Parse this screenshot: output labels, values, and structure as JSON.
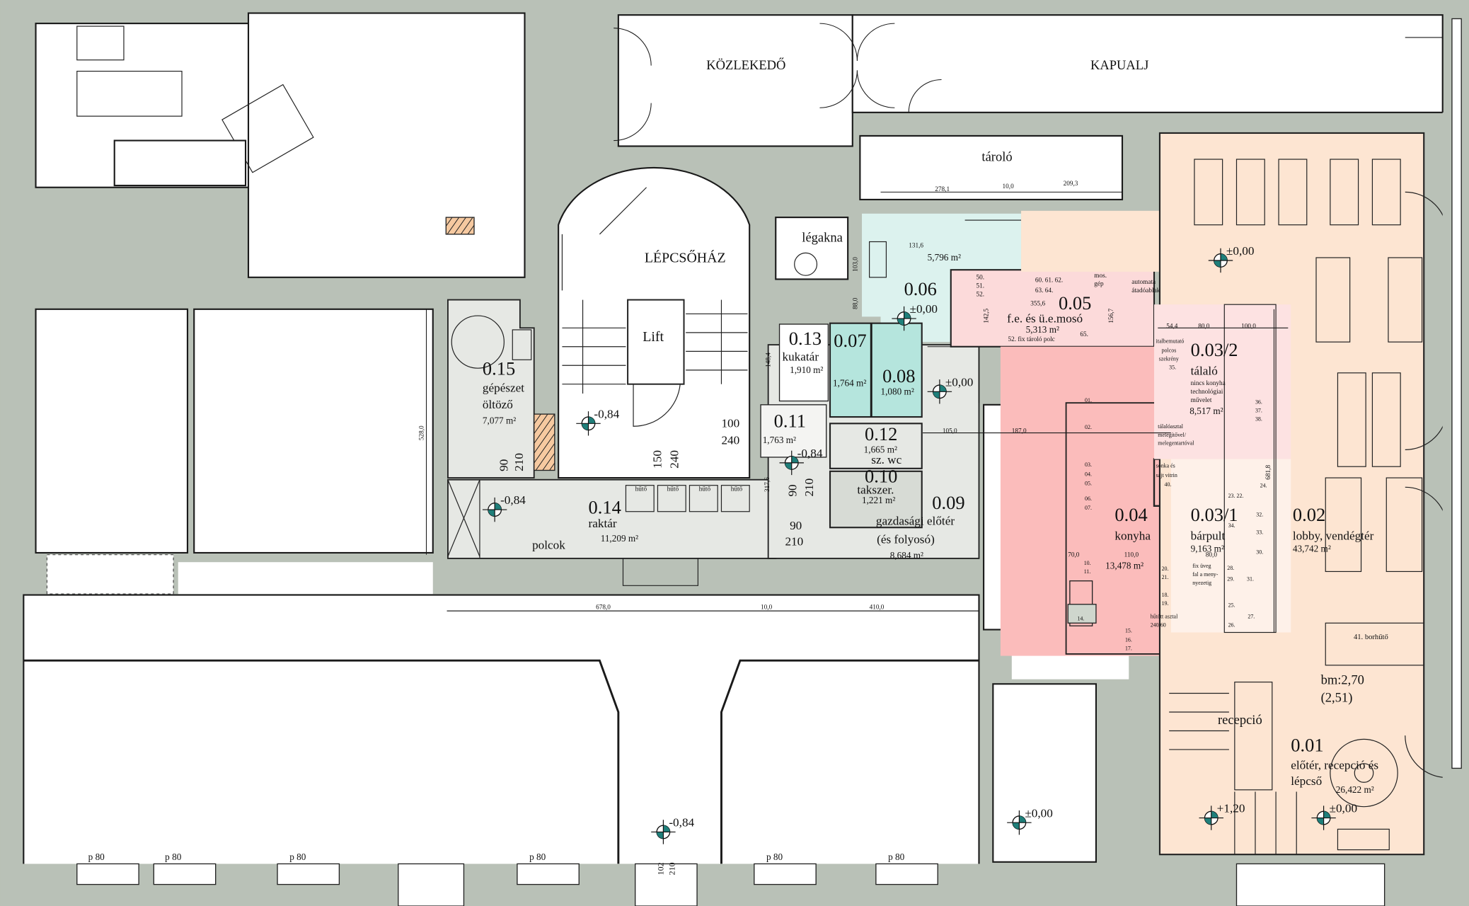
{
  "labels": {
    "kozlekedo": "KÖZLEKEDŐ",
    "kapualj": "KAPUALJ",
    "tarolo": "tároló",
    "legakna": "légakna",
    "lepcsohaz": "LÉPCSŐHÁZ",
    "lift": "Lift",
    "polcok": "polcok",
    "recepcio": "recepció",
    "bm": "bm:2,70",
    "bm2": "(2,51)",
    "borhuto": "41. borhűtő",
    "huto": "hűtő"
  },
  "rooms": [
    {
      "id": "0.01",
      "name": "előtér, recepció és",
      "name2": "lépcső",
      "area": "26,422 m²"
    },
    {
      "id": "0.02",
      "name": "lobby, vendégtér",
      "area": "43,742 m²"
    },
    {
      "id": "0.03/1",
      "name": "bárpult",
      "area": "9,163 m²"
    },
    {
      "id": "0.03/2",
      "name": "tálaló",
      "note": [
        "nincs konyha",
        "technológiai",
        "művelet"
      ],
      "area": "8,517 m²"
    },
    {
      "id": "0.04",
      "name": "konyha",
      "area": "13,478 m²"
    },
    {
      "id": "0.05",
      "name": "f.e. és ü.e.mosó",
      "area": "5,313 m²"
    },
    {
      "id": "0.06",
      "area": "5,796 m²"
    },
    {
      "id": "0.07",
      "area": "1,764 m²"
    },
    {
      "id": "0.08",
      "area": "1,080 m²"
    },
    {
      "id": "0.09",
      "name": "gazdasági előtér",
      "name2": "(és folyosó)",
      "area": "8,684 m²"
    },
    {
      "id": "0.10",
      "name": "takszer.",
      "area": "1,221 m²"
    },
    {
      "id": "0.11",
      "area": "1,763 m²"
    },
    {
      "id": "0.12",
      "name": "sz. wc",
      "area": "1,665 m²"
    },
    {
      "id": "0.13",
      "name": "kukatár",
      "area": "1,910 m²"
    },
    {
      "id": "0.14",
      "name": "raktár",
      "area": "11,209 m²"
    },
    {
      "id": "0.15",
      "name": "gépészet",
      "name2": "öltöző",
      "area": "7,077 m²"
    }
  ],
  "levels": [
    "±0,00",
    "±0,00",
    "±0,00",
    "-0,84",
    "-0,84",
    "-0,84",
    "-0,84",
    "±0,00",
    "+1,20",
    "±0,00"
  ],
  "doors": [
    {
      "w": "90",
      "h": "210"
    },
    {
      "w": "100",
      "h": "240"
    },
    {
      "w": "150",
      "h": "240"
    },
    {
      "w": "90",
      "h": "210"
    },
    {
      "w": "90",
      "h": "210"
    },
    {
      "w": "102",
      "h": "210"
    }
  ],
  "windows": [
    "p 80",
    "p 80",
    "p 80",
    "p 80",
    "p 80",
    "p 80"
  ],
  "dims": [
    "678,0",
    "10,0",
    "410,0",
    "528,0",
    "278,1",
    "10,0",
    "209,3",
    "187,0",
    "105,0",
    "355,6",
    "54,4",
    "80,0",
    "100,0",
    "681,8",
    "131,6",
    "148,4",
    "103,0",
    "88,0",
    "317,6",
    "142,5",
    "156,7",
    "110,0",
    "70,0",
    "80,0"
  ],
  "notes": {
    "n50": "50.",
    "n51": "51.",
    "n52": "52.",
    "n60": "60. 61. 62.",
    "n63": "63. 64.",
    "mos1": "mos.",
    "mos2": "gép",
    "auto1": "automata",
    "auto2": "átadóablak",
    "polc": "52. fix tároló polc",
    "n65": "65.",
    "ital1": "italbemutató",
    "ital2": "polcos",
    "ital3": "szekrény",
    "ital4": "35.",
    "n36": "36.",
    "n37": "37.",
    "n38": "38.",
    "tal1": "tálalóasztal",
    "tal2": "melegítővel/",
    "tal3": "melegentartóval",
    "son1": "sonka és",
    "son2": "sajt vitrin",
    "son3": "40.",
    "fix1": "fix üveg",
    "fix2": "fal a meny-",
    "fix3": "nyezetig",
    "hut1": "hűtött asztal",
    "hut2": "240/60",
    "k01": "01.",
    "k02": "02.",
    "k03": "03.",
    "k04": "04.",
    "k05": "05.",
    "k06": "06.",
    "k07": "07.",
    "k10": "10.",
    "k11": "11.",
    "k14": "14.",
    "k15": "15.",
    "k16": "16.",
    "k17": "17.",
    "k18": "18.",
    "k19": "19.",
    "k20": "20.",
    "k21": "21.",
    "b22": "23. 22.",
    "b24": "24.",
    "b25": "25.",
    "b26": "26.",
    "b27": "27.",
    "b28": "28.",
    "b29": "29.",
    "b31": "31.",
    "b32": "32.",
    "b33": "33.",
    "b34": "34.",
    "b30": "30."
  },
  "colors": {
    "wall": "#b9c1b7",
    "service": "#e6e8e4",
    "kitchen": "#fbbcbb",
    "wash": "#fcdada",
    "serve": "#fde2e2",
    "bar": "#fef1e9",
    "lobby": "#fde5d2",
    "wc": "#b5e5dd",
    "lightcyan": "#dcf2ee",
    "level_marker": "#1f7f7a"
  }
}
